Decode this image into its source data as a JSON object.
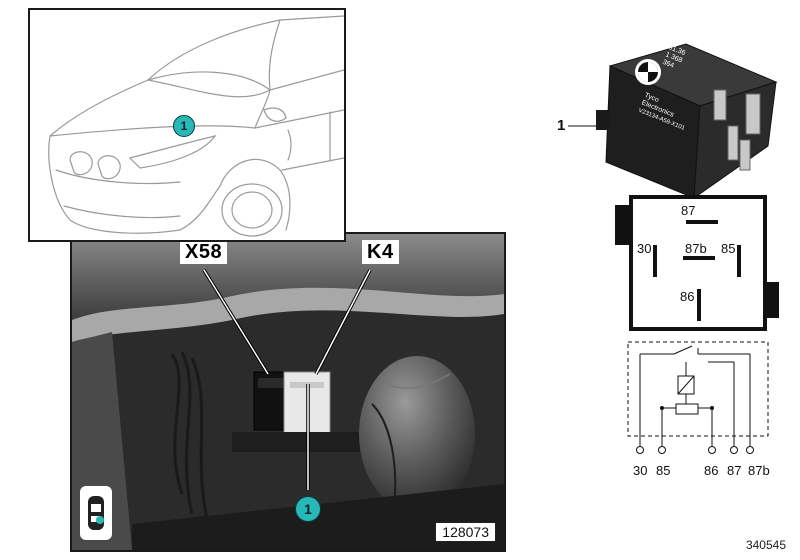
{
  "callout_number": "1",
  "connectors": {
    "x58": "X58",
    "k4": "K4"
  },
  "diagram_number": "128073",
  "part": {
    "label": "1"
  },
  "relay_case_text": [
    "61.36",
    "1 368",
    "364",
    "Tyco",
    "Electronics",
    "V23134-A58-X101"
  ],
  "pin_box_labels": {
    "p87": "87",
    "p30": "30",
    "p87b": "87b",
    "p85": "85",
    "p86": "86"
  },
  "circuit_pins": [
    "30",
    "85",
    "86",
    "87",
    "87b"
  ],
  "reference_number": "340545",
  "colors": {
    "callout": "#27b8b8",
    "frame": "#1a1a1a"
  }
}
